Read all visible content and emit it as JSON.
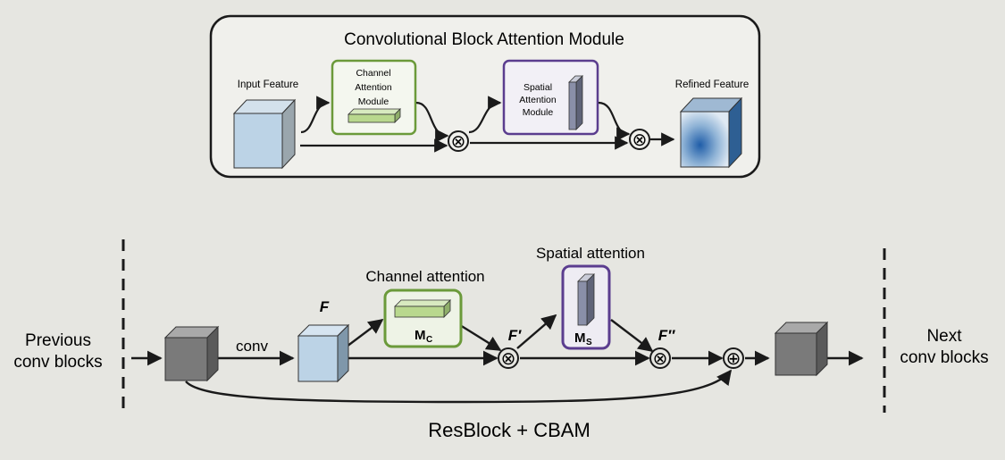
{
  "top_module": {
    "title": "Convolutional Block Attention Module",
    "input_label": "Input Feature",
    "channel_label_lines": [
      "Channel",
      "Attention",
      "Module"
    ],
    "spatial_label_lines": [
      "Spatial",
      "Attention",
      "Module"
    ],
    "refined_label": "Refined Feature",
    "multiply_symbol": "⊗"
  },
  "bottom_diagram": {
    "previous_label_lines": [
      "Previous",
      "conv blocks"
    ],
    "conv_label": "conv",
    "f_label": "F",
    "f_prime_label": "F′",
    "f_double_prime_label": "F″",
    "channel_attention_title": "Channel attention",
    "spatial_attention_title": "Spatial attention",
    "mc_main": "M",
    "mc_sub": "C",
    "ms_main": "M",
    "ms_sub": "S",
    "next_label_lines": [
      "Next",
      "conv blocks"
    ],
    "caption": "ResBlock + CBAM",
    "multiply_symbol": "⊗",
    "add_symbol": "⊕"
  },
  "colors": {
    "background": "#e6e6e1",
    "panel_fill": "#f0f0ec",
    "channel_border": "#6b9a3a",
    "spatial_border": "#5b3d8f",
    "feature_blue": "#bcd3e6",
    "feature_dark": "#6f6f6f",
    "channel_bar": "#b9d88e",
    "spatial_bar": "#8a8fa8"
  }
}
